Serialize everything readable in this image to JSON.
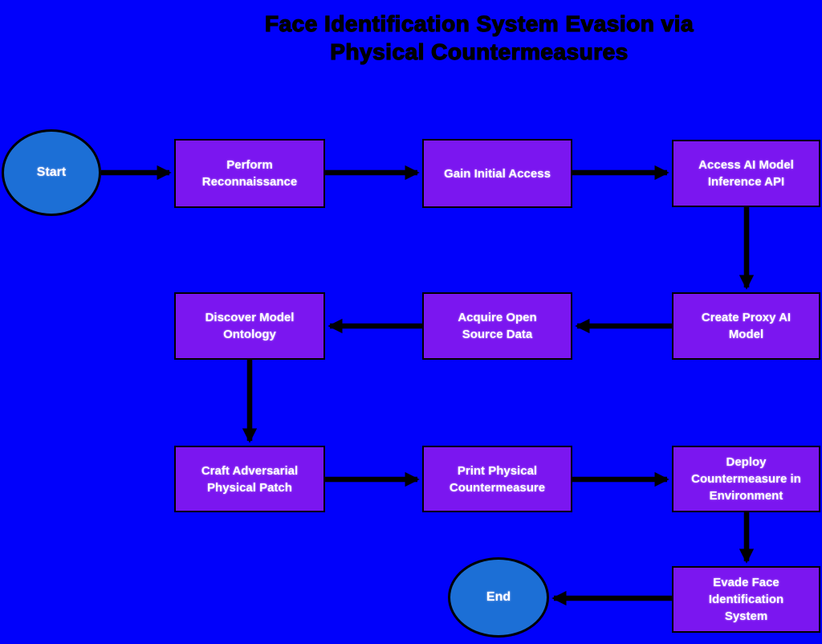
{
  "title": "Face Identification System Evasion via\nPhysical Countermeasures",
  "colors": {
    "background": "#0101fb",
    "box_fill": "#7b16f0",
    "terminal_fill": "#1c6fd6",
    "outline": "#000000",
    "arrow": "#000000",
    "node_text": "#ffffff",
    "title_text": "#000000"
  },
  "nodes": {
    "start": {
      "label": "Start",
      "shape": "ellipse"
    },
    "perform_reconnaissance": {
      "label": "Perform\nReconnaissance",
      "shape": "box"
    },
    "gain_initial_access": {
      "label": "Gain Initial Access",
      "shape": "box"
    },
    "access_ai_model_inference_api": {
      "label": "Access AI Model\nInference API",
      "shape": "box"
    },
    "create_proxy_ai_model": {
      "label": "Create Proxy AI\nModel",
      "shape": "box"
    },
    "acquire_open_source_data": {
      "label": "Acquire Open\nSource Data",
      "shape": "box"
    },
    "discover_model_ontology": {
      "label": "Discover Model\nOntology",
      "shape": "box"
    },
    "craft_adversarial_physical_patch": {
      "label": "Craft Adversarial\nPhysical Patch",
      "shape": "box"
    },
    "print_physical_countermeasure": {
      "label": "Print Physical\nCountermeasure",
      "shape": "box"
    },
    "deploy_countermeasure_in_environment": {
      "label": "Deploy\nCountermeasure in\nEnvironment",
      "shape": "box"
    },
    "evade_face_identification_system": {
      "label": "Evade Face\nIdentification\nSystem",
      "shape": "box"
    },
    "end": {
      "label": "End",
      "shape": "ellipse"
    }
  },
  "edges": [
    {
      "from": "start",
      "to": "perform_reconnaissance"
    },
    {
      "from": "perform_reconnaissance",
      "to": "gain_initial_access"
    },
    {
      "from": "gain_initial_access",
      "to": "access_ai_model_inference_api"
    },
    {
      "from": "access_ai_model_inference_api",
      "to": "create_proxy_ai_model"
    },
    {
      "from": "create_proxy_ai_model",
      "to": "acquire_open_source_data"
    },
    {
      "from": "acquire_open_source_data",
      "to": "discover_model_ontology"
    },
    {
      "from": "discover_model_ontology",
      "to": "craft_adversarial_physical_patch"
    },
    {
      "from": "craft_adversarial_physical_patch",
      "to": "print_physical_countermeasure"
    },
    {
      "from": "print_physical_countermeasure",
      "to": "deploy_countermeasure_in_environment"
    },
    {
      "from": "deploy_countermeasure_in_environment",
      "to": "evade_face_identification_system"
    },
    {
      "from": "evade_face_identification_system",
      "to": "end"
    }
  ]
}
